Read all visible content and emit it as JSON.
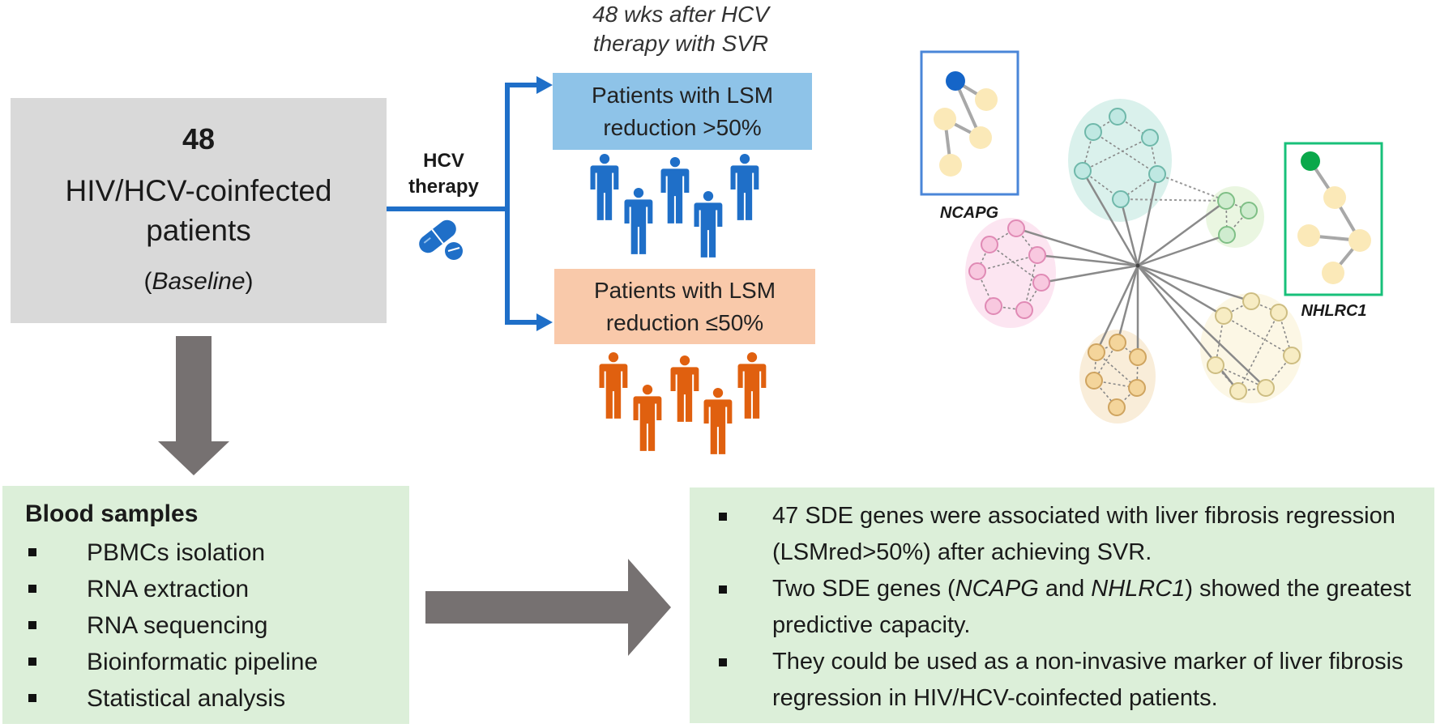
{
  "baseline": {
    "count": "48",
    "line1": "HIV/HCV-coinfected",
    "line2": "patients",
    "note_open": "(",
    "note": "Baseline",
    "note_close": ")"
  },
  "therapy": {
    "line1": "HCV",
    "line2": "therapy",
    "icon": "pills-icon"
  },
  "followup": {
    "line1": "48 wks after HCV",
    "line2": "therapy with SVR"
  },
  "groups": [
    {
      "line1": "Patients with LSM",
      "line2": "reduction >50%",
      "color": "#8ec3e8",
      "people_color": "#1f6fc8",
      "people_count": 5
    },
    {
      "line1": "Patients with LSM",
      "line2": "reduction ≤50%",
      "color": "#f9c9aa",
      "people_color": "#e0600f",
      "people_count": 5
    }
  ],
  "methods": {
    "title": "Blood samples",
    "items": [
      "PBMCs isolation",
      "RNA extraction",
      "RNA sequencing",
      "Bioinformatic pipeline",
      "Statistical analysis"
    ]
  },
  "findings": {
    "items": [
      {
        "parts": [
          "47 SDE genes were associated with liver fibrosis regression (LSMred>50%) after achieving SVR."
        ]
      },
      {
        "pre": "Two SDE genes (",
        "gene1": "NCAPG",
        "mid": " and ",
        "gene2": "NHLRC1",
        "post": ") showed the greatest predictive capacity."
      },
      {
        "parts": [
          "They could be used as a non-invasive marker of liver fibrosis regression in HIV/HCV-coinfected patients."
        ]
      }
    ]
  },
  "network": {
    "genes": [
      {
        "name": "NCAPG",
        "color": "#1565c8",
        "frame_color": "#4a86d8"
      },
      {
        "name": "NHLRC1",
        "color": "#0aa84a",
        "frame_color": "#18c07a"
      }
    ],
    "clusters": [
      {
        "name": "teal",
        "fill": "#d4efe9",
        "node": "#bfe8e2",
        "stroke": "#6fb8aa",
        "nodes": 6
      },
      {
        "name": "light-green",
        "fill": "#e6f4dc",
        "node": "#cfeccf",
        "stroke": "#7fbf86",
        "nodes": 3
      },
      {
        "name": "pink",
        "fill": "#fbe0ee",
        "node": "#f8c8df",
        "stroke": "#e08ab5",
        "nodes": 7
      },
      {
        "name": "orange",
        "fill": "#f8ead2",
        "node": "#f4d59b",
        "stroke": "#cfa460",
        "nodes": 6
      },
      {
        "name": "cream",
        "fill": "#fbf6e0",
        "node": "#f7ecc3",
        "stroke": "#cdbd82",
        "nodes": 7
      }
    ]
  },
  "colors": {
    "flow_blue": "#1f6fc8",
    "arrow_gray": "#767171",
    "box_gray": "#d9d9d9",
    "box_green": "#dcefd9"
  }
}
